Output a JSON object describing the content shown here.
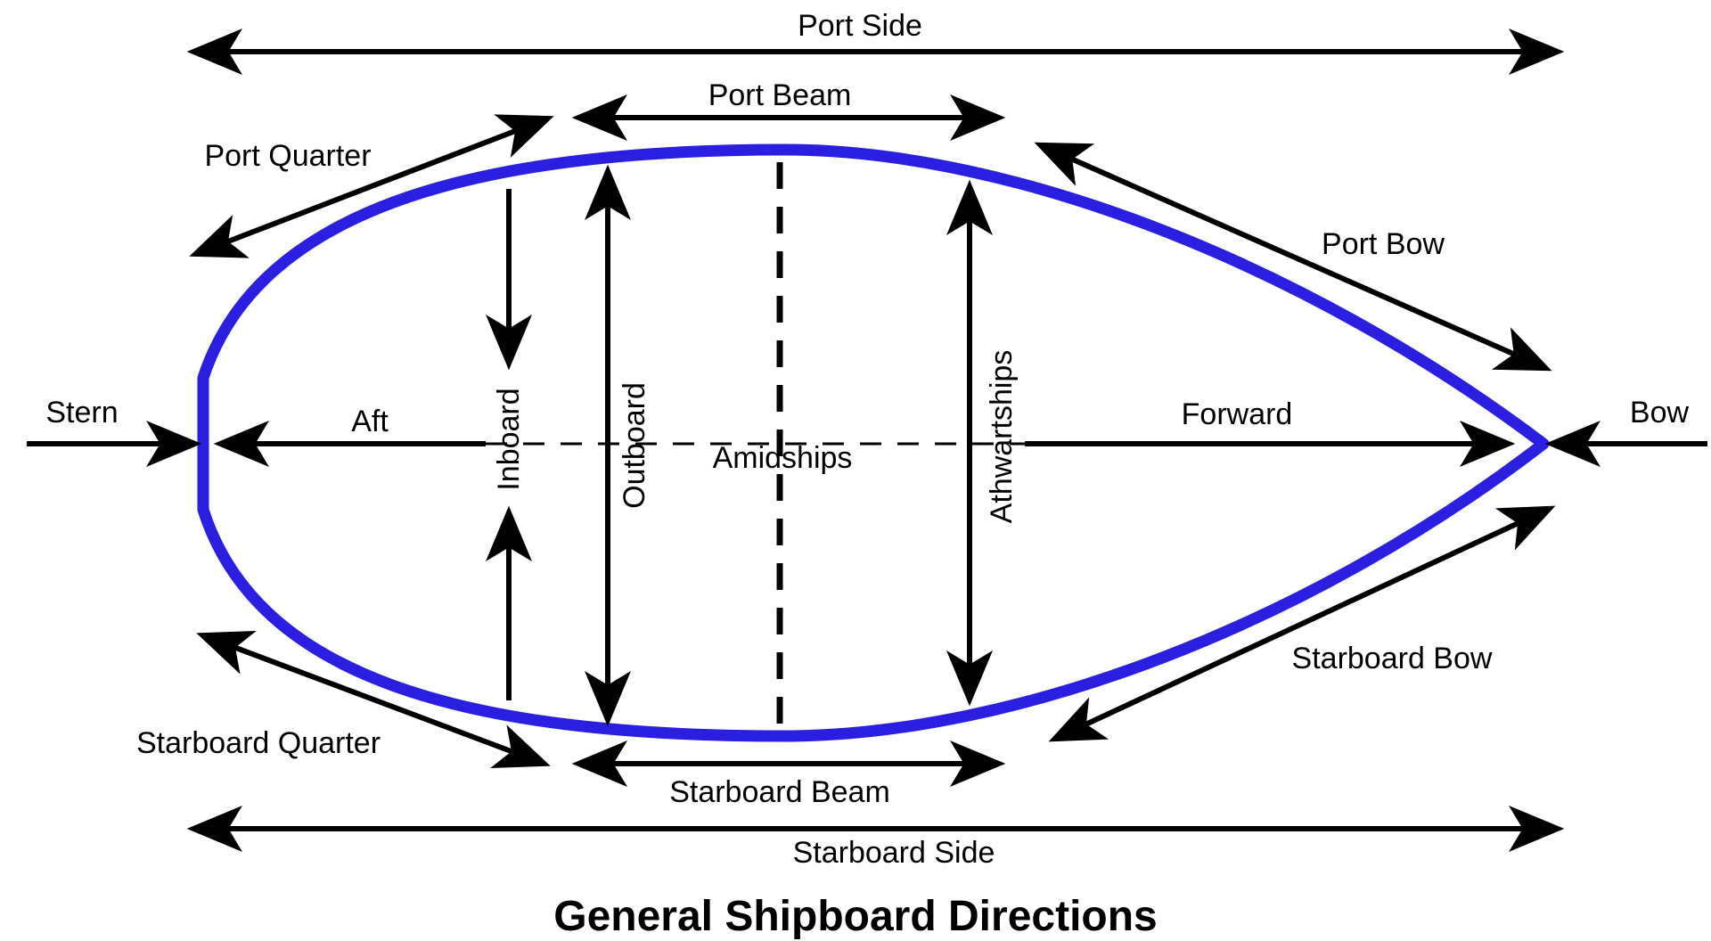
{
  "title": "General Shipboard Directions",
  "colors": {
    "hull": "#2a1fe0",
    "arrows": "#000000",
    "background": "#ffffff"
  },
  "labels": {
    "port_side": "Port Side",
    "port_beam": "Port Beam",
    "port_quarter": "Port Quarter",
    "port_bow": "Port Bow",
    "stern": "Stern",
    "aft": "Aft",
    "inboard": "Inboard",
    "outboard": "Outboard",
    "amidships": "Amidships",
    "athwartships": "Athwartships",
    "forward": "Forward",
    "bow": "Bow",
    "starboard_bow": "Starboard Bow",
    "starboard_quarter": "Starboard Quarter",
    "starboard_beam": "Starboard Beam",
    "starboard_side": "Starboard Side"
  }
}
